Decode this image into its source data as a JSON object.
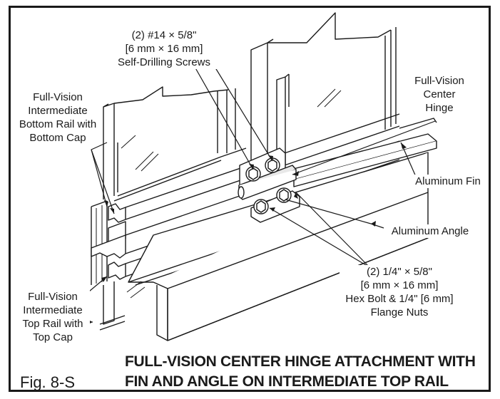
{
  "figure": {
    "number": "Fig. 8-S",
    "caption_line1": "FULL-VISION CENTER HINGE ATTACHMENT WITH",
    "caption_line2": "FIN AND ANGLE ON INTERMEDIATE TOP RAIL"
  },
  "callouts": {
    "screws": [
      "(2) #14 × 5/8\"",
      "[6 mm × 16 mm]",
      "Self-Drilling Screws"
    ],
    "bottom_rail": [
      "Full-Vision",
      "Intermediate",
      "Bottom Rail with",
      "Bottom Cap"
    ],
    "center_hinge": [
      "Full-Vision",
      "Center",
      "Hinge"
    ],
    "aluminum_fin": [
      "Aluminum Fin"
    ],
    "aluminum_angle": [
      "Aluminum Angle"
    ],
    "hex_bolt": [
      "(2) 1/4\" × 5/8\"",
      "[6 mm × 16 mm]",
      "Hex Bolt & 1/4\" [6 mm]",
      "Flange Nuts"
    ],
    "top_rail": [
      "Full-Vision",
      "Intermediate",
      "Top Rail with",
      "Top Cap"
    ]
  },
  "colors": {
    "line": "#1a1a1a",
    "metal": "#f4f4f4",
    "shade": "#dcdcdc",
    "background": "#ffffff"
  }
}
